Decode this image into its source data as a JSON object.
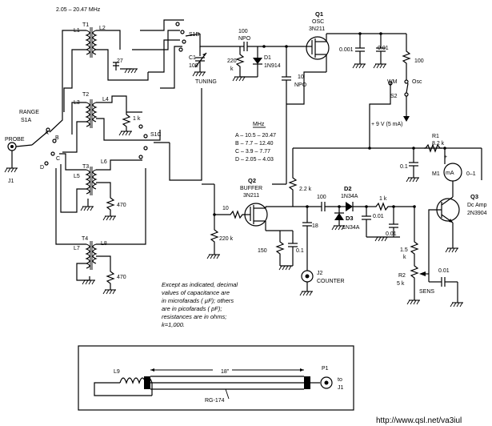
{
  "title": "Dip Meter Schematic",
  "freq_range": "2.05 – 20.47 MHz",
  "labels": {
    "probe": "PROBE",
    "j1": "J1",
    "range": "RANGE",
    "s1a": "S1A",
    "s1b": "S1B",
    "s1c": "S1C",
    "t1": "T1",
    "t2": "T2",
    "t3": "T3",
    "t4": "T4",
    "l1": "L1",
    "l2": "L2",
    "l3": "L3",
    "l4": "L4",
    "l5": "L5",
    "l6": "L6",
    "l7": "L7",
    "l8": "L8",
    "pos_a": "A",
    "pos_b": "B",
    "pos_c": "C",
    "pos_d": "D",
    "c27": "27",
    "r1k_l4": "1 k",
    "r470a": "470",
    "r470b": "470",
    "c1": "C1",
    "c1_val": "100",
    "tuning": "TUNING",
    "c100": "100",
    "npo": "NPO",
    "r220k_top": "220",
    "r220k_top_k": "k",
    "d1": "D1",
    "d1_type": "1N914",
    "c10": "10",
    "npo2": "NPO",
    "q1": "Q1",
    "q1_fn": "OSC",
    "q1_type": "3N211",
    "c0001": "0.001",
    "c001": "0.01",
    "r100": "100",
    "wm": "WM",
    "osc": "Osc",
    "s2": "S2",
    "vsupply": "+ 9 V (5 mA)",
    "mhz": "MHz",
    "range_a": "A – 10.5 – 20.47",
    "range_b": "B – 7.7 – 12.40",
    "range_c": "C – 3.9 – 7.77",
    "range_d": "D – 2.05 – 4.03",
    "r1": "R1",
    "r1_val": "8.2 k",
    "c01": "0.1",
    "m1": "M1",
    "ma": "mA",
    "m1_scale": "0–1",
    "q2": "Q2",
    "q2_fn": "BUFFER",
    "q2_type": "3N211",
    "r22k": "2.2 k",
    "c100b": "100",
    "d2": "D2",
    "d2_type": "1N34A",
    "d3": "D3",
    "d3_type": "1N34A",
    "r1k": "1 k",
    "c001a": "0.01",
    "c001b": "0.01",
    "r10": "10",
    "r220k": "220 k",
    "c18": "18",
    "r150": "150",
    "c01b": "0.1",
    "j2": "J2",
    "counter": "COUNTER",
    "r15k": "1.5",
    "r15k_k": "k",
    "r2": "R2",
    "r2_val": "5 k",
    "sens": "SENS",
    "c001c": "0.01",
    "q3": "Q3",
    "q3_fn": "Dc Amp",
    "q3_type": "2N3904",
    "plus": "+",
    "l9": "L9",
    "length": "18\"",
    "rg174": "RG-174",
    "p1": "P1",
    "to": "to",
    "to_j1": "J1"
  },
  "note_lines": [
    "Except as indicated, decimal",
    "values of capacitance are",
    "in microfarads ( µF); others",
    "are in picofarads ( pF);",
    "resistances are in ohms;",
    "k=1,000."
  ],
  "footer_url": "http://www.qsl.net/va3iul"
}
